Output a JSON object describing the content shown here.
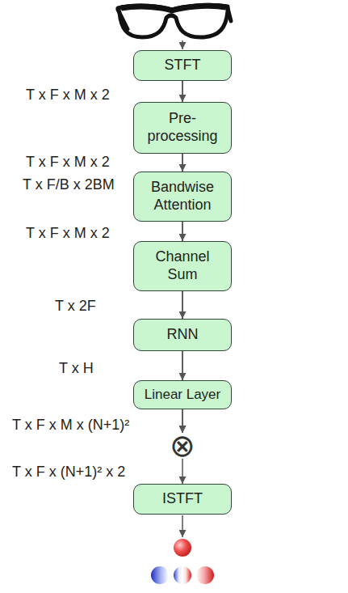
{
  "diagram": {
    "nodes": [
      {
        "text": [
          "STFT"
        ]
      },
      {
        "text": [
          "Pre- processing"
        ]
      },
      {
        "text": [
          "Bandwise Attention"
        ]
      },
      {
        "text": [
          "Channel Sum"
        ]
      },
      {
        "text": [
          "RNN"
        ]
      },
      {
        "text": [
          "Linear Layer"
        ]
      },
      {
        "text": [
          "⊗"
        ]
      },
      {
        "text": [
          "ISTFT"
        ]
      }
    ],
    "edges": [
      {
        "from": 0,
        "to": 1,
        "arrow": "to"
      },
      {
        "from": 1,
        "to": 2,
        "arrow": "to"
      },
      {
        "from": 2,
        "to": 3,
        "arrow": "to"
      },
      {
        "from": 3,
        "to": 4,
        "arrow": "to"
      },
      {
        "from": 4,
        "to": 5,
        "arrow": "to"
      },
      {
        "from": 5,
        "to": 6,
        "arrow": "to"
      },
      {
        "from": 0,
        "to": 6,
        "arrow": "to"
      },
      {
        "from": 6,
        "to": 7,
        "arrow": "to"
      }
    ],
    "labels": [
      "T x F x M x 2",
      "T x F x M x 2",
      "T x F/B x 2BM",
      "T x F x M x 2",
      "T x 2F",
      "T x H",
      "T x F x M x (N+1)²",
      "T x F x (N+1)² x 2"
    ]
  }
}
